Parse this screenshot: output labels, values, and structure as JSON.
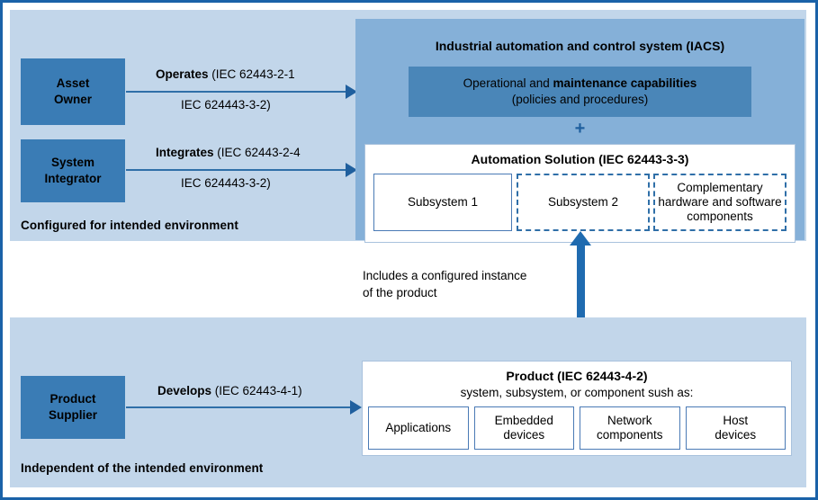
{
  "diagram": {
    "title": "IEC 62443 roles and product lifecycle diagram",
    "colors": {
      "outer_border": "#1a62a8",
      "panel_background": "#c2d6ea",
      "iacs_background": "#85b0d8",
      "role_box": "#3a7cb5",
      "operational_box": "#4a86b8",
      "arrow": "#1f6bb0",
      "white_box": "#ffffff"
    }
  },
  "upper": {
    "caption": "Configured for intended environment",
    "roles": [
      {
        "label": "Asset\nOwner",
        "line1": "Asset",
        "line2": "Owner"
      },
      {
        "label": "System\nIntegrator",
        "line1": "System",
        "line2": "Integrator"
      }
    ],
    "arrows": [
      {
        "bold": "Operates",
        "rest": " (IEC 62443-2-1",
        "line2": "IEC 624443-3-2)"
      },
      {
        "bold": "Integrates",
        "rest": " (IEC 62443-2-4",
        "line2": "IEC 624443-3-2)"
      }
    ],
    "iacs": {
      "title": "Industrial automation and control system (IACS)",
      "operational": {
        "prefix": "Operational and ",
        "bold": "maintenance capabilities",
        "line2": "(policies and procedures)"
      },
      "plus": "+",
      "automation_solution": {
        "title": "Automation Solution (IEC 62443-3-3)",
        "items": [
          {
            "label": "Subsystem 1",
            "style": "solid"
          },
          {
            "label": "Subsystem 2",
            "style": "dashed"
          },
          {
            "label": "Complementary hardware and software components",
            "style": "dashed"
          }
        ]
      }
    }
  },
  "connector": {
    "line1": "Includes a configured instance",
    "line2": "of the product"
  },
  "lower": {
    "caption": "Independent of the intended environment",
    "role": {
      "line1": "Product",
      "line2": "Supplier"
    },
    "arrow": {
      "bold": "Develops",
      "rest": " (IEC 62443-4-1)"
    },
    "product": {
      "title": "Product (IEC 62443-4-2)",
      "subtitle": "system, subsystem, or component sush as:",
      "items": [
        {
          "line1": "Applications",
          "line2": ""
        },
        {
          "line1": "Embedded",
          "line2": "devices"
        },
        {
          "line1": "Network",
          "line2": "components"
        },
        {
          "line1": "Host",
          "line2": "devices"
        }
      ]
    }
  }
}
